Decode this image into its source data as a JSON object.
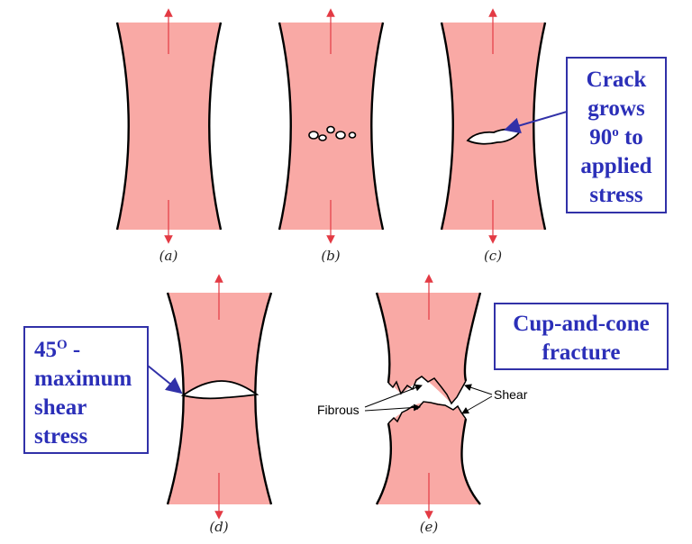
{
  "panels": [
    {
      "label": "(a)"
    },
    {
      "label": "(b)"
    },
    {
      "label": "(c)"
    },
    {
      "label": "(d)"
    },
    {
      "label": "(e)"
    }
  ],
  "callouts": {
    "crack": [
      "Crack",
      "grows",
      "90",
      "o",
      " to",
      "applied",
      "stress"
    ],
    "shear45": [
      "45",
      "O",
      " -",
      "maximum",
      "shear",
      "stress"
    ],
    "cupcone": [
      "Cup-and-cone",
      "fracture"
    ]
  },
  "annotations": {
    "fibrous": "Fibrous",
    "shear": "Shear"
  },
  "colors": {
    "specimen_fill": "#f9a9a5",
    "outline": "#000000",
    "arrow": "#e33a44",
    "callout_border": "#3131a8",
    "callout_text": "#2b2fb8"
  }
}
